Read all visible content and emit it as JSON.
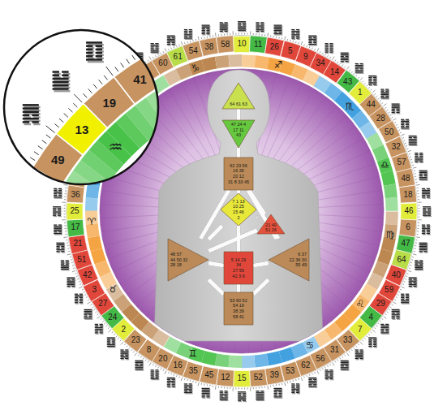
{
  "diagram": {
    "nodes": [
      {
        "text": [
          "60"
        ]
      },
      {
        "text": [
          "61"
        ]
      },
      {
        "text": [
          "54"
        ]
      },
      {
        "text": [
          "38"
        ]
      },
      {
        "text": [
          "58"
        ]
      },
      {
        "text": [
          "10"
        ]
      },
      {
        "text": [
          "11"
        ]
      },
      {
        "text": [
          "26"
        ]
      },
      {
        "text": [
          "5"
        ]
      },
      {
        "text": [
          "9"
        ]
      },
      {
        "text": [
          "34"
        ]
      },
      {
        "text": [
          "14"
        ]
      },
      {
        "text": [
          "43"
        ]
      },
      {
        "text": [
          "1"
        ]
      },
      {
        "text": [
          "44"
        ]
      },
      {
        "text": [
          "28"
        ]
      },
      {
        "text": [
          "50"
        ]
      },
      {
        "text": [
          "32"
        ]
      },
      {
        "text": [
          "57"
        ]
      },
      {
        "text": [
          "48"
        ]
      },
      {
        "text": [
          "18"
        ]
      },
      {
        "text": [
          "46"
        ]
      },
      {
        "text": [
          "6"
        ]
      },
      {
        "text": [
          "47"
        ]
      },
      {
        "text": [
          "64"
        ]
      },
      {
        "text": [
          "40"
        ]
      },
      {
        "text": [
          "59"
        ]
      },
      {
        "text": [
          "29"
        ]
      },
      {
        "text": [
          "4"
        ]
      },
      {
        "text": [
          "7"
        ]
      },
      {
        "text": [
          "33"
        ]
      },
      {
        "text": [
          "31"
        ]
      },
      {
        "text": [
          "56"
        ]
      },
      {
        "text": [
          "62"
        ]
      },
      {
        "text": [
          "53"
        ]
      },
      {
        "text": [
          "39"
        ]
      },
      {
        "text": [
          "52"
        ]
      },
      {
        "text": [
          "15"
        ]
      },
      {
        "text": [
          "12"
        ]
      },
      {
        "text": [
          "45"
        ]
      },
      {
        "text": [
          "35"
        ]
      },
      {
        "text": [
          "16"
        ]
      },
      {
        "text": [
          "20"
        ]
      },
      {
        "text": [
          "8"
        ]
      },
      {
        "text": [
          "23"
        ]
      },
      {
        "text": [
          "2"
        ]
      },
      {
        "text": [
          "24"
        ]
      },
      {
        "text": [
          "27"
        ]
      },
      {
        "text": [
          "3"
        ]
      },
      {
        "text": [
          "42"
        ]
      },
      {
        "text": [
          "51"
        ]
      },
      {
        "text": [
          "21"
        ]
      },
      {
        "text": [
          "17"
        ]
      },
      {
        "text": [
          "25"
        ]
      },
      {
        "text": [
          "36"
        ]
      },
      {
        "text": [
          "41"
        ]
      },
      {
        "text": [
          "19"
        ]
      },
      {
        "text": [
          "13"
        ]
      },
      {
        "text": [
          "49"
        ]
      },
      {
        "text": [
          "♑"
        ]
      },
      {
        "text": [
          "♐"
        ]
      },
      {
        "text": [
          "♏"
        ]
      },
      {
        "text": [
          "♎"
        ]
      },
      {
        "text": [
          "♍"
        ]
      },
      {
        "text": [
          "♌"
        ]
      },
      {
        "text": [
          "♋"
        ]
      },
      {
        "text": [
          "♊"
        ]
      },
      {
        "text": [
          "♉"
        ]
      },
      {
        "text": [
          "♈"
        ]
      },
      {
        "text": [
          "♒"
        ]
      },
      {
        "text": [
          "64 61 63"
        ]
      },
      {
        "text": [
          "47 24 4",
          "17 11",
          "43"
        ]
      },
      {
        "text": [
          "62 23 56",
          "16 35",
          "20 12",
          "31 8 33 45"
        ]
      },
      {
        "text": [
          "7 1 13",
          "10 25",
          "15 46",
          "2"
        ]
      },
      {
        "text": [
          "21 40",
          "51 26"
        ]
      },
      {
        "text": [
          "48 57",
          "44 50 32",
          "28 18"
        ]
      },
      {
        "text": [
          "6 37",
          "22 36 30",
          "55 49"
        ]
      },
      {
        "text": [
          "5 14 29",
          "34",
          "27 59",
          "42 3 9"
        ]
      },
      {
        "text": [
          "53 60 52",
          "54 19",
          "38 39",
          "58 41"
        ]
      }
    ],
    "edges": [
      {
        "from": 70,
        "to": 71,
        "arrow": "none"
      },
      {
        "from": 71,
        "to": 72,
        "arrow": "none"
      },
      {
        "from": 72,
        "to": 73,
        "arrow": "none"
      },
      {
        "from": 73,
        "to": 77,
        "arrow": "none"
      },
      {
        "from": 77,
        "to": 78,
        "arrow": "none"
      },
      {
        "from": 72,
        "to": 75,
        "arrow": "none"
      },
      {
        "from": 72,
        "to": 76,
        "arrow": "none"
      },
      {
        "from": 72,
        "to": 74,
        "arrow": "none"
      },
      {
        "from": 73,
        "to": 74,
        "arrow": "none"
      },
      {
        "from": 74,
        "to": 75,
        "arrow": "none"
      },
      {
        "from": 74,
        "to": 76,
        "arrow": "none"
      },
      {
        "from": 73,
        "to": 75,
        "arrow": "none"
      },
      {
        "from": 77,
        "to": 75,
        "arrow": "none"
      },
      {
        "from": 77,
        "to": 76,
        "arrow": "none"
      },
      {
        "from": 78,
        "to": 75,
        "arrow": "none"
      },
      {
        "from": 78,
        "to": 76,
        "arrow": "none"
      }
    ]
  }
}
